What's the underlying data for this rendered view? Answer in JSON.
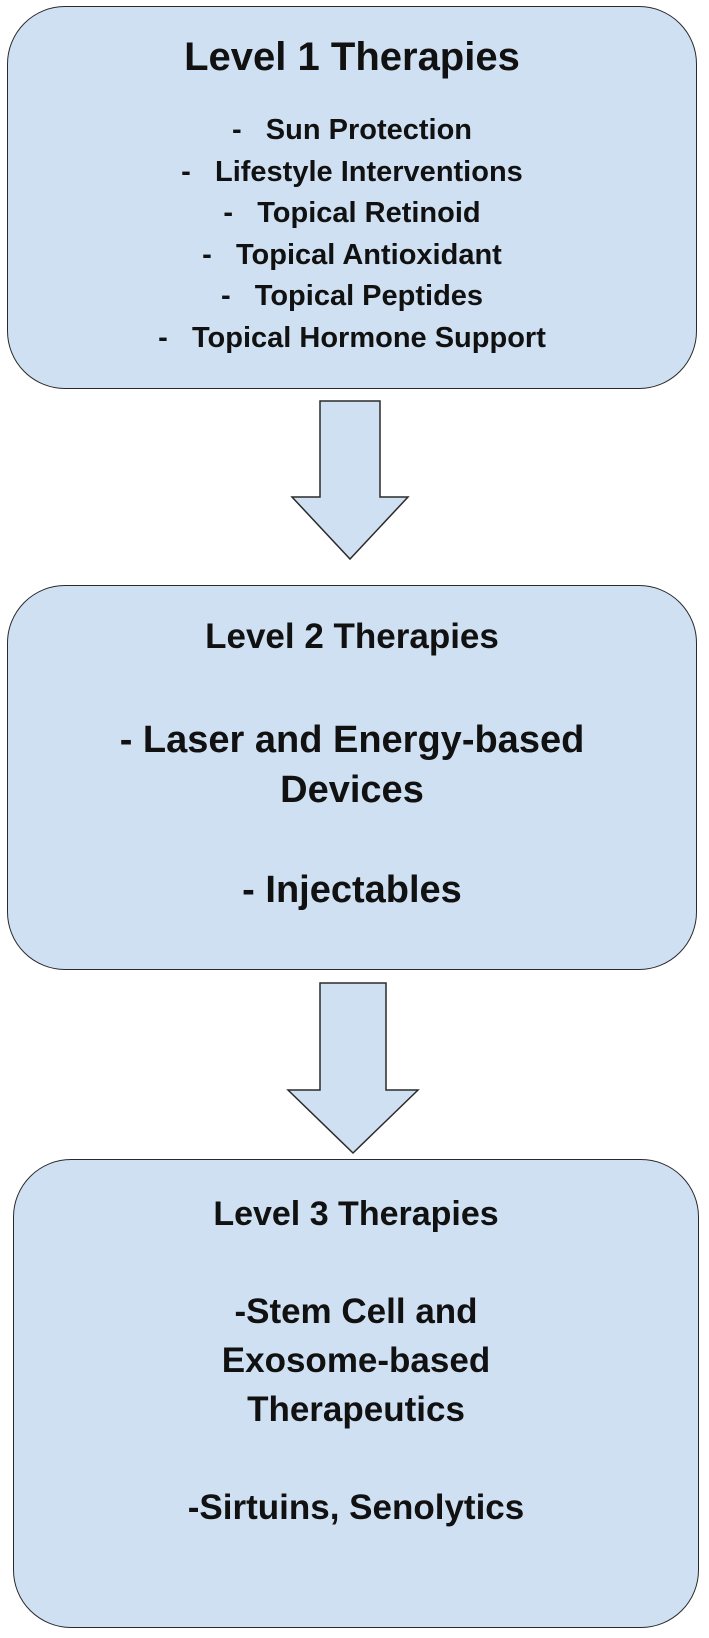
{
  "colors": {
    "box_fill": "#cfe0f2",
    "box_border": "#2a2a2a",
    "arrow_fill": "#cfe0f2",
    "text": "#111111"
  },
  "level1": {
    "title": "Level 1 Therapies",
    "items": [
      "-   Sun Protection",
      "-   Lifestyle Interventions",
      "-   Topical Retinoid",
      "-   Topical Antioxidant",
      "-   Topical Peptides",
      "-   Topical Hormone Support"
    ]
  },
  "level2": {
    "title": "Level 2 Therapies",
    "item1_line1": "-  Laser and Energy-based",
    "item1_line2": "Devices",
    "item2": "-  Injectables"
  },
  "level3": {
    "title": "Level 3 Therapies",
    "item1_line1": "-Stem Cell and",
    "item1_line2": "Exosome-based",
    "item1_line3": "Therapeutics",
    "item2": "-Sirtuins, Senolytics"
  },
  "arrows": [
    {
      "from": "level1",
      "to": "level2",
      "icon": "down-arrow-icon"
    },
    {
      "from": "level2",
      "to": "level3",
      "icon": "down-arrow-icon"
    }
  ]
}
